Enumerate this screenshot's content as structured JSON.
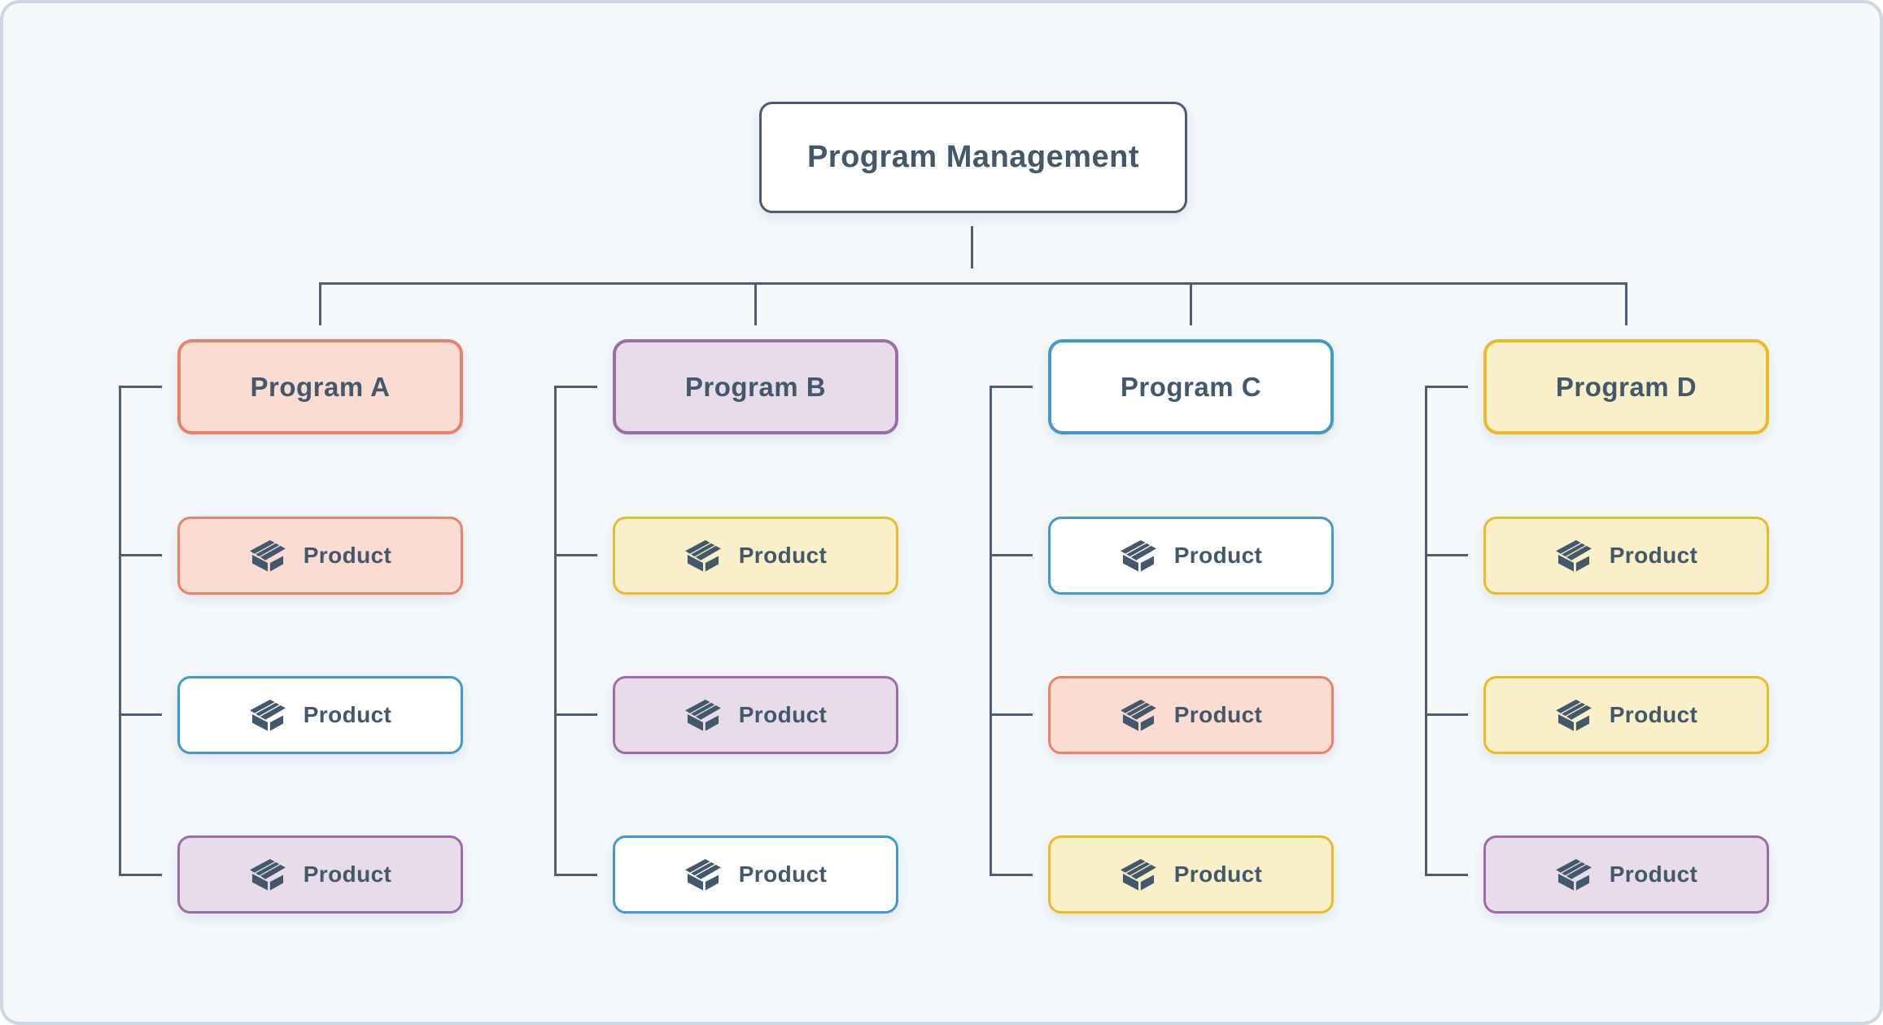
{
  "canvas": {
    "background": "#f4f8fb",
    "frame_border_color": "#ccd7e1"
  },
  "connector_color": "#4f5e70",
  "text_color": "#44586c",
  "palette": {
    "slate": {
      "fill": "#ffffff",
      "border": "#4c5c6f"
    },
    "salmon": {
      "fill": "#fbdcd2",
      "border": "#e8826b"
    },
    "purple": {
      "fill": "#e8dcea",
      "border": "#9c6ca6"
    },
    "blue": {
      "fill": "#ffffff",
      "border": "#4399cf"
    },
    "yellow": {
      "fill": "#f9efc8",
      "border": "#ecba26"
    }
  },
  "diagram": {
    "root": {
      "label": "Program Management",
      "style": "slate"
    },
    "programs": [
      {
        "label": "Program A",
        "style": "salmon",
        "products": [
          {
            "label": "Product",
            "icon": "package-icon",
            "style": "salmon"
          },
          {
            "label": "Product",
            "icon": "package-icon",
            "style": "blue"
          },
          {
            "label": "Product",
            "icon": "package-icon",
            "style": "purple"
          }
        ]
      },
      {
        "label": "Program B",
        "style": "purple",
        "products": [
          {
            "label": "Product",
            "icon": "package-icon",
            "style": "yellow"
          },
          {
            "label": "Product",
            "icon": "package-icon",
            "style": "purple"
          },
          {
            "label": "Product",
            "icon": "package-icon",
            "style": "blue"
          }
        ]
      },
      {
        "label": "Program C",
        "style": "blue",
        "products": [
          {
            "label": "Product",
            "icon": "package-icon",
            "style": "blue"
          },
          {
            "label": "Product",
            "icon": "package-icon",
            "style": "salmon"
          },
          {
            "label": "Product",
            "icon": "package-icon",
            "style": "yellow"
          }
        ]
      },
      {
        "label": "Program D",
        "style": "yellow",
        "products": [
          {
            "label": "Product",
            "icon": "package-icon",
            "style": "yellow"
          },
          {
            "label": "Product",
            "icon": "package-icon",
            "style": "yellow"
          },
          {
            "label": "Product",
            "icon": "package-icon",
            "style": "purple"
          }
        ]
      }
    ]
  }
}
